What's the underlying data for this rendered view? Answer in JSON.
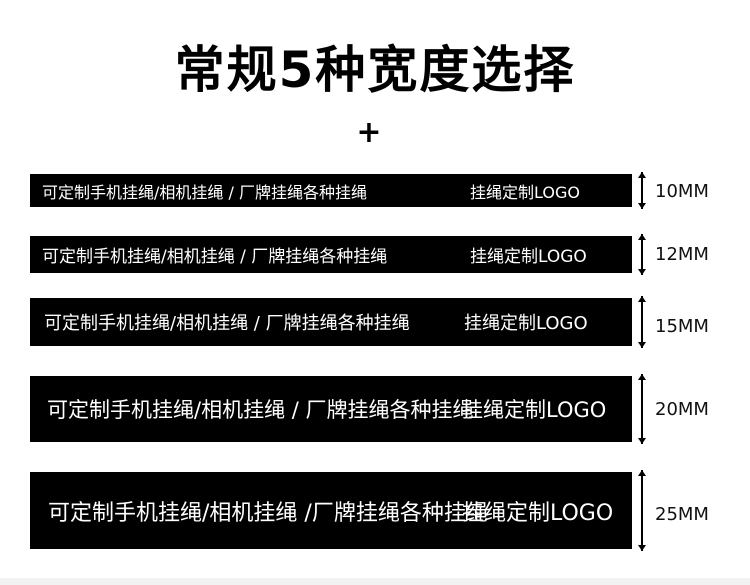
{
  "heading": {
    "title": "常规5种宽度选择",
    "plus": "+"
  },
  "straps": [
    {
      "text_left": "可定制手机挂绳/相机挂绳 /   厂牌挂绳各种挂绳",
      "text_right": "挂绳定制LOGO",
      "width_label": "10MM"
    },
    {
      "text_left": "可定制手机挂绳/相机挂绳 /   厂牌挂绳各种挂绳",
      "text_right": "挂绳定制LOGO",
      "width_label": "12MM"
    },
    {
      "text_left": "可定制手机挂绳/相机挂绳 /  厂牌挂绳各种挂绳",
      "text_right": "挂绳定制LOGO",
      "width_label": "15MM"
    },
    {
      "text_left": "可定制手机挂绳/相机挂绳 / 厂牌挂绳各种挂绳",
      "text_right": "挂绳定制LOGO",
      "width_label": "20MM"
    },
    {
      "text_left": "可定制手机挂绳/相机挂绳 /厂牌挂绳各种挂绳",
      "text_right": "挂绳定制LOGO",
      "width_label": "25MM"
    }
  ]
}
